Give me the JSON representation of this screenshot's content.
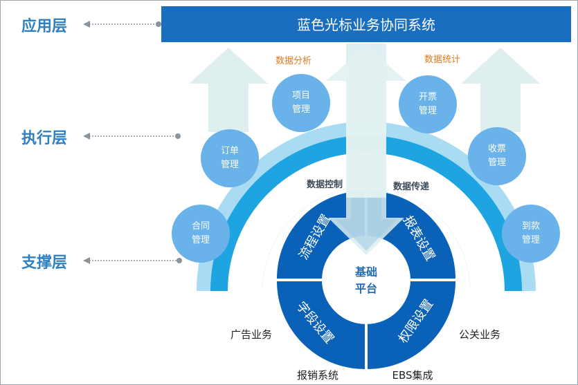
{
  "layers": {
    "app": "应用层",
    "exec": "执行层",
    "support": "支撑层"
  },
  "title": "蓝色光标业务协同系统",
  "flows": {
    "analysis": "数据分析",
    "statistics": "数据统计"
  },
  "modules": {
    "contract": [
      "合同",
      "管理"
    ],
    "order": [
      "订单",
      "管理"
    ],
    "project": [
      "项目",
      "管理"
    ],
    "invoice": [
      "开票",
      "管理"
    ],
    "receipt": [
      "收票",
      "管理"
    ],
    "payment": [
      "到款",
      "管理"
    ]
  },
  "ring": {
    "control": "数据控制",
    "transfer": "数据传递"
  },
  "segments": {
    "process": "流程设置",
    "report": "报表设置",
    "field": "字段设置",
    "permission": "权限设置"
  },
  "core": [
    "基础",
    "平台"
  ],
  "external": {
    "advertising": "广告业务",
    "pr": "公关业务",
    "reimbursement": "报销系统",
    "ebs": "EBS集成"
  },
  "colors": {
    "title_bar": "#1a6ec0",
    "outer_ring": "#a9dcf3",
    "main_ring": "#1ea4e0",
    "segments": "#0a61b8",
    "modules": "#6ab2ea",
    "up_arrows": "#dfeeee",
    "layer_text": "#2f7fc1",
    "flow_text": "#e07b1f"
  }
}
